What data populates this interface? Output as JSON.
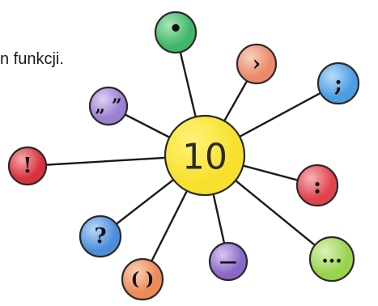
{
  "caption": "n funkcji.",
  "hub": {
    "label": "10",
    "color": "#f7e12e",
    "highlight": "#fff37a"
  },
  "nodes": [
    {
      "name": "period",
      "symbol": "•",
      "color": "#43b56a",
      "highlight": "#a9e7b8"
    },
    {
      "name": "comma",
      "symbol": "›",
      "color": "#e98a6a",
      "highlight": "#f9cfbd"
    },
    {
      "name": "semicolon",
      "symbol": ";",
      "color": "#4a9ee2",
      "highlight": "#b8dcf8"
    },
    {
      "name": "colon",
      "symbol": ":",
      "color": "#e0434e",
      "highlight": "#f7b2b7"
    },
    {
      "name": "ellipsis",
      "symbol": "…",
      "color": "#98d34d",
      "highlight": "#dcf3b9"
    },
    {
      "name": "dash",
      "symbol": "—",
      "color": "#8a68c8",
      "highlight": "#d6c7f1"
    },
    {
      "name": "parentheses",
      "symbol": "( )",
      "color": "#ec8a58",
      "highlight": "#fbd0b6"
    },
    {
      "name": "question-mark",
      "symbol": "?",
      "color": "#4b8fdc",
      "highlight": "#bcd8f6"
    },
    {
      "name": "exclamation-mark",
      "symbol": "!",
      "color": "#d8323c",
      "highlight": "#f4a9ad"
    },
    {
      "name": "quotation-marks",
      "symbol": "„ ”",
      "color": "#9b7fd0",
      "highlight": "#ddd1f3"
    }
  ]
}
